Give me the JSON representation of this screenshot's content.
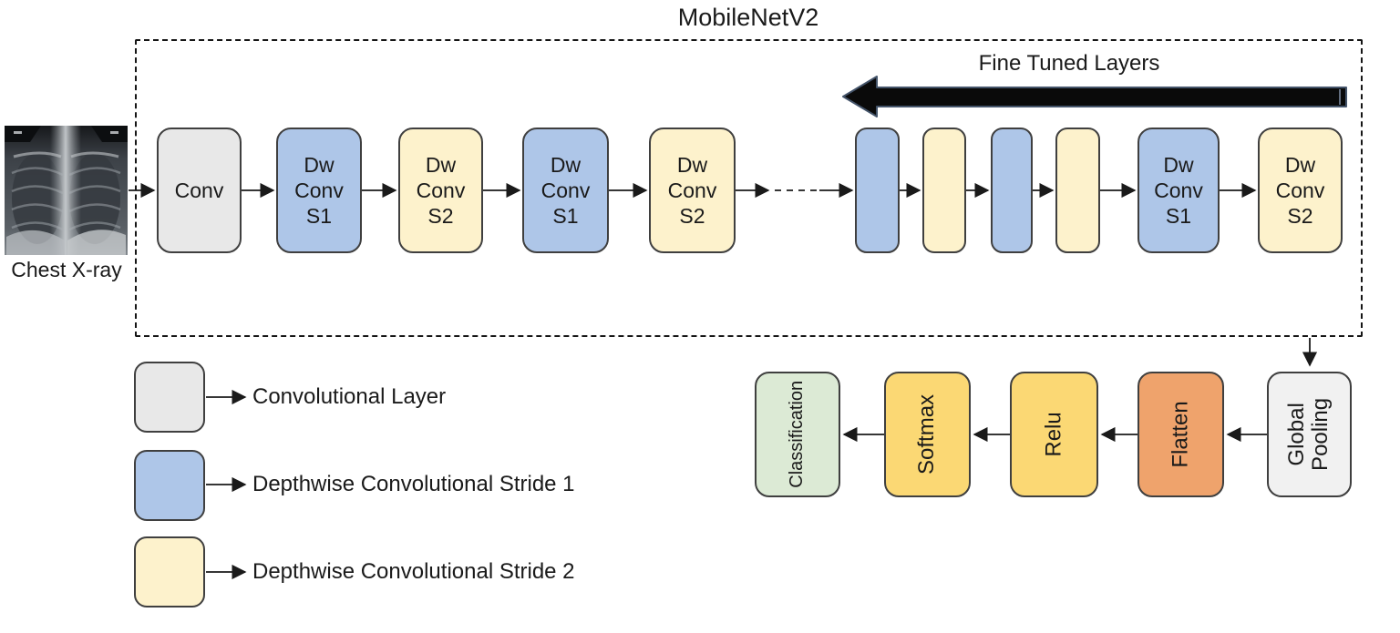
{
  "title": "MobileNetV2",
  "annotations": {
    "fine_tuned_layers": "Fine Tuned Layers"
  },
  "input": {
    "label": "Chest X-ray",
    "image_name": "chest-xray-thumbnail"
  },
  "pipeline": {
    "boxes": [
      {
        "label": "Conv",
        "type": "conv"
      },
      {
        "label": "Dw\nConv\nS1",
        "type": "dw_s1"
      },
      {
        "label": "Dw\nConv\nS2",
        "type": "dw_s2"
      },
      {
        "label": "Dw\nConv\nS1",
        "type": "dw_s1"
      },
      {
        "label": "Dw\nConv\nS2",
        "type": "dw_s2"
      },
      {
        "label": "",
        "type": "dw_s1"
      },
      {
        "label": "",
        "type": "dw_s2"
      },
      {
        "label": "",
        "type": "dw_s1"
      },
      {
        "label": "",
        "type": "dw_s2"
      },
      {
        "label": "Dw\nConv\nS1",
        "type": "dw_s1"
      },
      {
        "label": "Dw\nConv\nS2",
        "type": "dw_s2"
      }
    ]
  },
  "head": {
    "boxes": [
      {
        "label": "Global\nPooling",
        "type": "pooling"
      },
      {
        "label": "Flatten",
        "type": "flatten"
      },
      {
        "label": "Relu",
        "type": "activation"
      },
      {
        "label": "Softmax",
        "type": "activation"
      },
      {
        "label": "Classification",
        "type": "output"
      }
    ]
  },
  "legend": {
    "items": [
      {
        "type": "conv",
        "label": "Convolutional Layer"
      },
      {
        "type": "dw_s1",
        "label": "Depthwise Convolutional Stride 1"
      },
      {
        "type": "dw_s2",
        "label": "Depthwise Convolutional Stride 2"
      }
    ]
  },
  "palette": {
    "conv": "#e8e8e8",
    "dw_s1": "#aec6e8",
    "dw_s2": "#fdf2cc",
    "pooling": "#f1f1f1",
    "flatten": "#efa36c",
    "activation": "#fbd874",
    "output": "#dcead5",
    "box_border": "#3f3f3f",
    "arrow": "#1a1a1a",
    "fine_tuned_arrow_fill": "#0a0a0a",
    "fine_tuned_arrow_outline": "#44546a"
  }
}
